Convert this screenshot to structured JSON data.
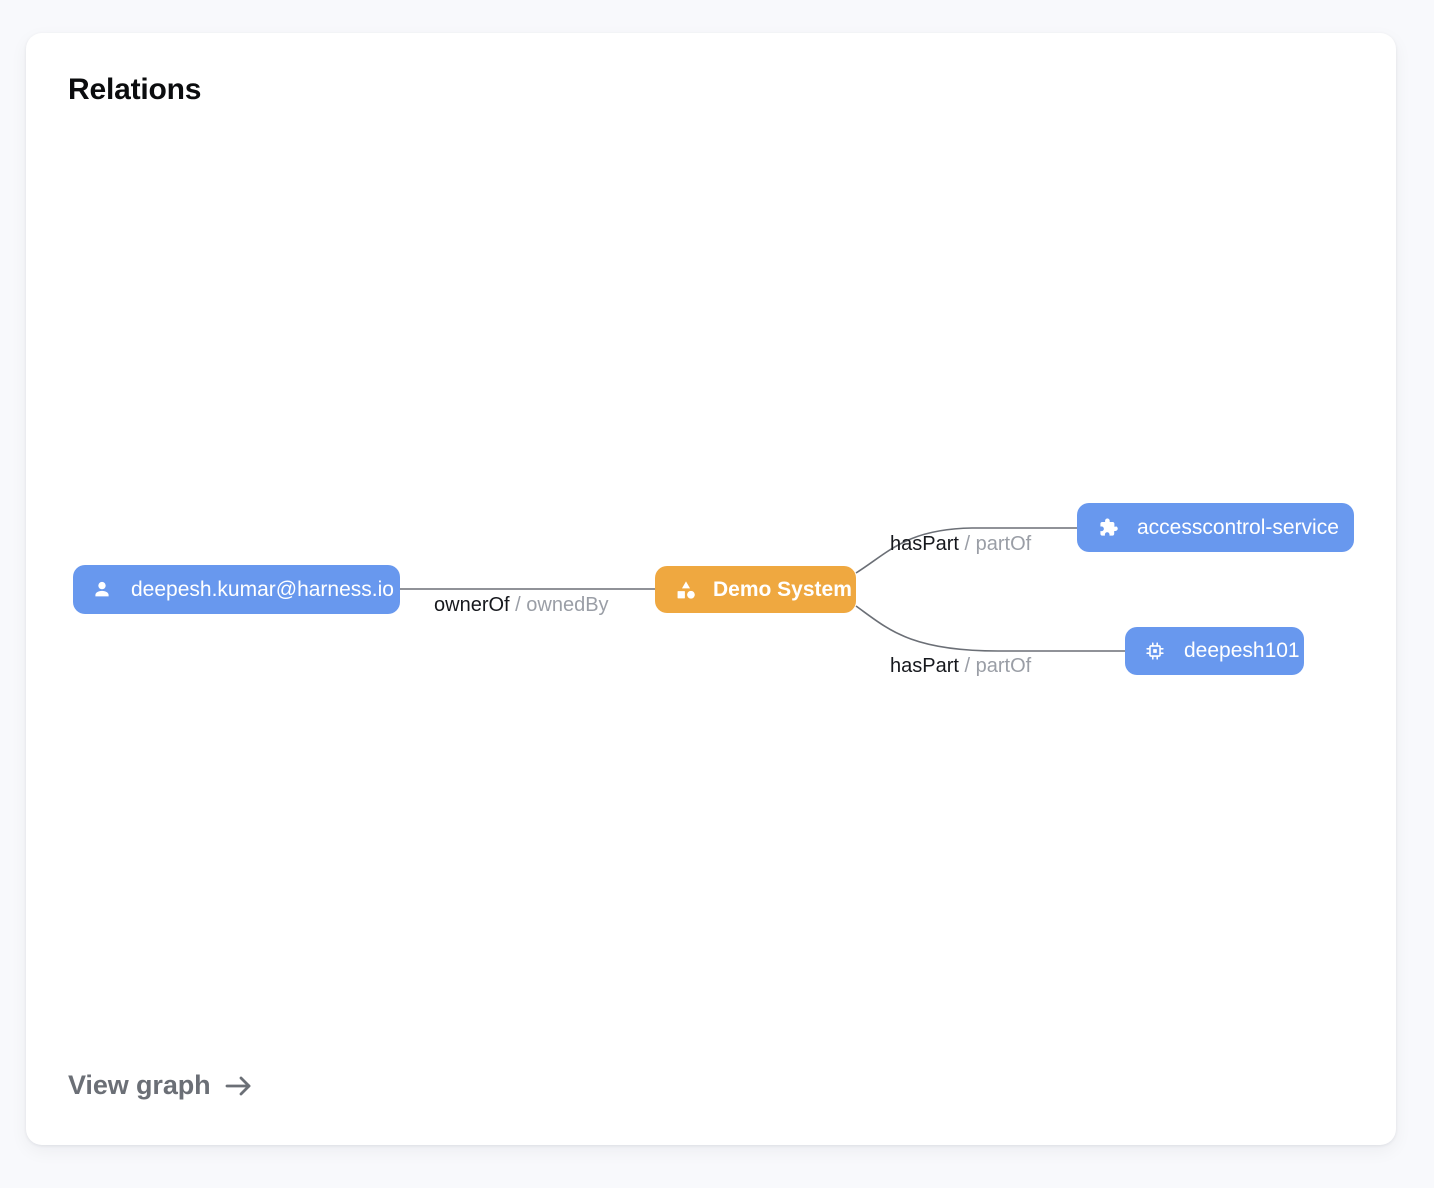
{
  "card": {
    "title": "Relations"
  },
  "graph": {
    "nodes": [
      {
        "id": "user",
        "label": "deepesh.kumar@harness.io",
        "icon": "person-icon",
        "color": "#6898ee",
        "kind": "User"
      },
      {
        "id": "system",
        "label": "Demo System",
        "icon": "category-shapes-icon",
        "color": "#efa840",
        "kind": "System"
      },
      {
        "id": "service",
        "label": "accesscontrol-service",
        "icon": "puzzle-piece-icon",
        "color": "#6898ee",
        "kind": "Component"
      },
      {
        "id": "resource",
        "label": "deepesh101",
        "icon": "memory-chip-icon",
        "color": "#6898ee",
        "kind": "Resource"
      }
    ],
    "edges": [
      {
        "id": "owner",
        "source": "user",
        "target": "system",
        "forward": "ownerOf",
        "separator": "/",
        "reverse": "ownedBy"
      },
      {
        "id": "part-1",
        "source": "system",
        "target": "service",
        "forward": "hasPart",
        "separator": "/",
        "reverse": "partOf"
      },
      {
        "id": "part-2",
        "source": "system",
        "target": "resource",
        "forward": "hasPart",
        "separator": "/",
        "reverse": "partOf"
      }
    ],
    "edge_color": "#6b6f76"
  },
  "footer": {
    "view_graph_label": "View graph",
    "arrow_icon": "arrow-right-icon"
  }
}
